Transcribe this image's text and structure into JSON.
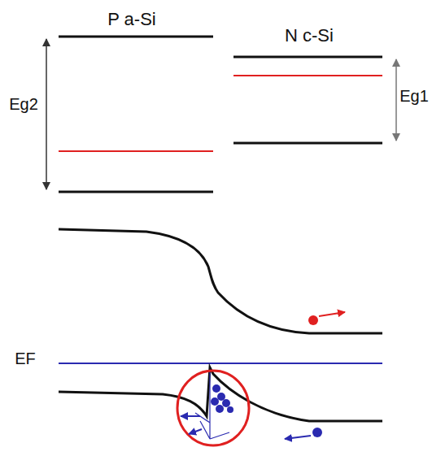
{
  "diagram": {
    "labels": [
      "P a-Si",
      "N c-Si",
      "Eg2",
      "Eg1",
      "EF"
    ]
  }
}
